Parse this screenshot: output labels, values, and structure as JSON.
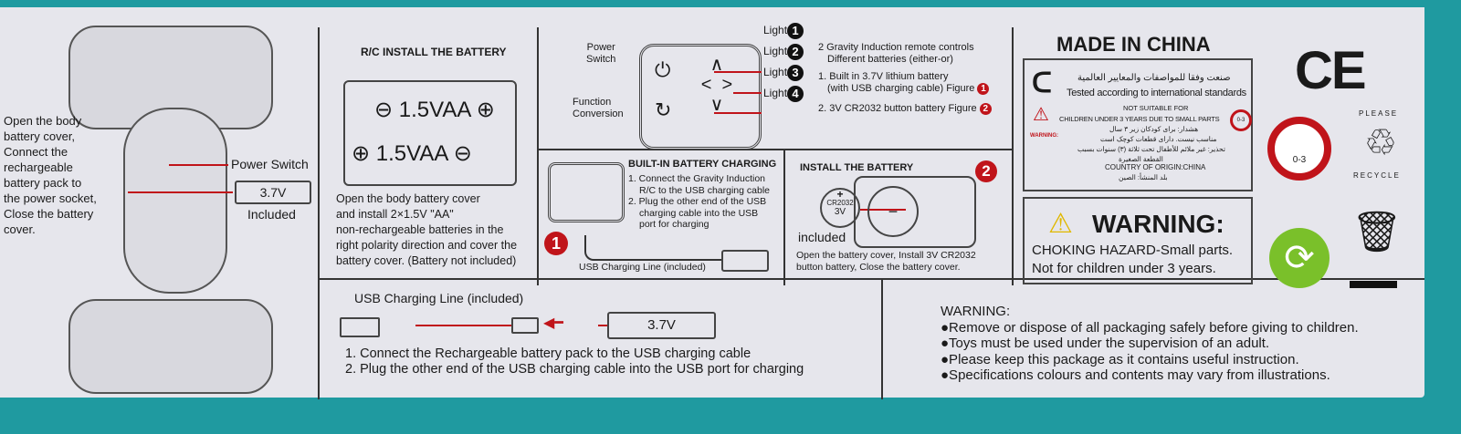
{
  "left": {
    "text_lines": [
      "Open the body",
      "battery cover,",
      "Connect the",
      "rechargeable",
      "battery pack to",
      "the power socket,",
      "Close the battery",
      "cover."
    ],
    "power_switch": "Power Switch",
    "battery_voltage": "3.7V",
    "included": "Included"
  },
  "rc_battery": {
    "title": "R/C INSTALL THE BATTERY",
    "cell1": "1.5VAA",
    "cell2": "1.5VAA",
    "text_lines": [
      "Open the body battery cover",
      "and install 2×1.5V \"AA\"",
      "non-rechargeable batteries in the",
      "right polarity direction and cover the",
      "battery cover. (Battery not included)"
    ]
  },
  "remote": {
    "power_switch": [
      "Power",
      "Switch"
    ],
    "function_conversion": [
      "Function",
      "Conversion"
    ],
    "light_label": "Light",
    "lights": [
      "1",
      "2",
      "3",
      "4"
    ],
    "info": [
      "2 Gravity Induction remote controls",
      "Different batteries   (either-or)",
      "1. Built in 3.7V lithium battery",
      "(with USB charging cable) Figure",
      "2. 3V CR2032 button battery Figure"
    ],
    "fig1": "1",
    "fig2": "2"
  },
  "builtin": {
    "title": "BUILT-IN BATTERY CHARGING",
    "lines": [
      "1. Connect the Gravity Induction",
      "R/C to the USB charging cable",
      "2. Plug the other end of the USB",
      "charging cable into the USB",
      "port for charging"
    ],
    "cable_label": "USB Charging Line (included)",
    "fig": "1"
  },
  "install": {
    "title": "INSTALL THE BATTERY",
    "fig": "2",
    "cell_plus": "+",
    "cell_model": "CR2032",
    "cell_voltage": "3V",
    "minus": "−",
    "included": "included",
    "lines": [
      "Open the battery cover, Install 3V CR2032",
      "button battery, Close the battery cover."
    ]
  },
  "usb": {
    "title": "USB Charging Line (included)",
    "voltage": "3.7V",
    "lines": [
      "1. Connect the Rechargeable battery pack to the USB charging cable",
      "2. Plug the other end of the USB charging cable into the USB port for charging"
    ]
  },
  "warning_text": {
    "title": "WARNING:",
    "lines": [
      "●Remove or dispose of all packaging safely before giving to children.",
      "●Toys must be used under the supervision of an adult.",
      "●Please keep this package as it contains useful instruction.",
      "●Specifications colours and contents may vary from illustrations."
    ]
  },
  "label": {
    "made_in": "MADE IN CHINA",
    "arabic1": "صنعت وفقا للمواصفات والمعايير العالمية",
    "tested": "Tested according to international standards",
    "not_suitable": "NOT SUITABLE FOR",
    "children": "CHILDREN UNDER 3 YEARS DUE TO SMALL PARTS",
    "persian1": "هشدار: برای کودکان زیر ۳ سال",
    "persian2": "مناسب نیست. دارای قطعات کوچک است",
    "arabic2": "تحذير: غير ملائم للأطفال تحت ثلاثة (٣) سنوات بسبب",
    "arabic3": "القطعة الصغيرة",
    "origin": "COUNTRY OF ORIGIN:CHINA",
    "arabic4": "بلد المنشأ: الصين",
    "warning_icon_text": "WARNING:",
    "age": "0-3"
  },
  "choking": {
    "title": "WARNING:",
    "line1": "CHOKING HAZARD-Small parts.",
    "line2": "Not for children under 3 years."
  },
  "marks": {
    "ce": "CE",
    "age": "0-3",
    "recycle_top": "PLEASE",
    "recycle_bottom": "RECYCLE"
  }
}
